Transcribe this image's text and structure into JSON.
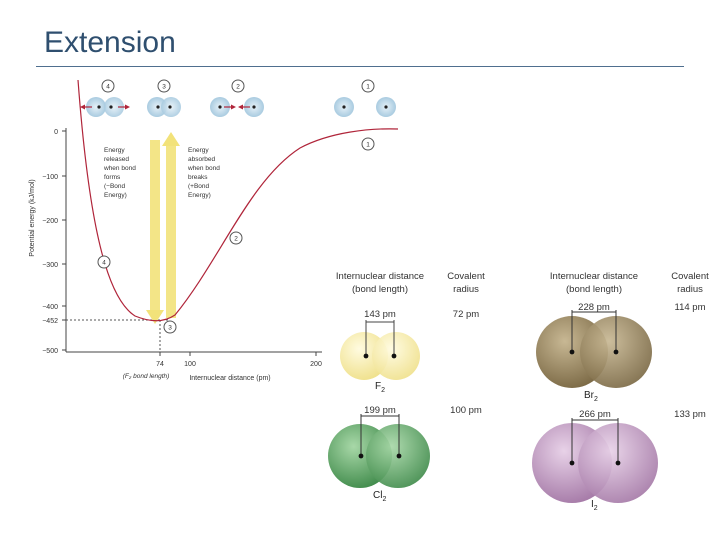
{
  "slide": {
    "title": "Extension"
  },
  "energy_plot": {
    "y_label": "Potential energy (kJ/mol)",
    "x_label": "Internuclear distance (pm)",
    "y_ticks": [
      "0",
      "−100",
      "−200",
      "−300",
      "−400",
      "−452",
      "−500"
    ],
    "x_ticks": [
      "74",
      "100",
      "200"
    ],
    "x_tick_note": "(F₂ bond length)",
    "markers": [
      "4",
      "3",
      "2",
      "1",
      "1",
      "2",
      "3",
      "4"
    ],
    "released_text": [
      "Energy",
      "released",
      "when bond",
      "forms",
      "(−Bond",
      "Energy)"
    ],
    "absorbed_text": [
      "Energy",
      "absorbed",
      "when bond",
      "breaks",
      "(+Bond",
      "Energy)"
    ],
    "colors": {
      "curve": "#b0253a",
      "arrow": "#f2e27a",
      "atom": "#a9cbe0"
    }
  },
  "molecules": {
    "header_distance": [
      "Internuclear distance",
      "(bond length)"
    ],
    "header_radius": [
      "Covalent",
      "radius"
    ],
    "items": [
      {
        "formula": "F",
        "subscript": "2",
        "bond_length": "143 pm",
        "radius": "72 pm",
        "color": "#f2e59a"
      },
      {
        "formula": "Cl",
        "subscript": "2",
        "bond_length": "199 pm",
        "radius": "100 pm",
        "color": "#4f9a5a"
      },
      {
        "formula": "Br",
        "subscript": "2",
        "bond_length": "228 pm",
        "radius": "114 pm",
        "color": "#8c7a5a"
      },
      {
        "formula": "I",
        "subscript": "2",
        "bond_length": "266 pm",
        "radius": "133 pm",
        "color": "#b48ab4"
      }
    ]
  }
}
